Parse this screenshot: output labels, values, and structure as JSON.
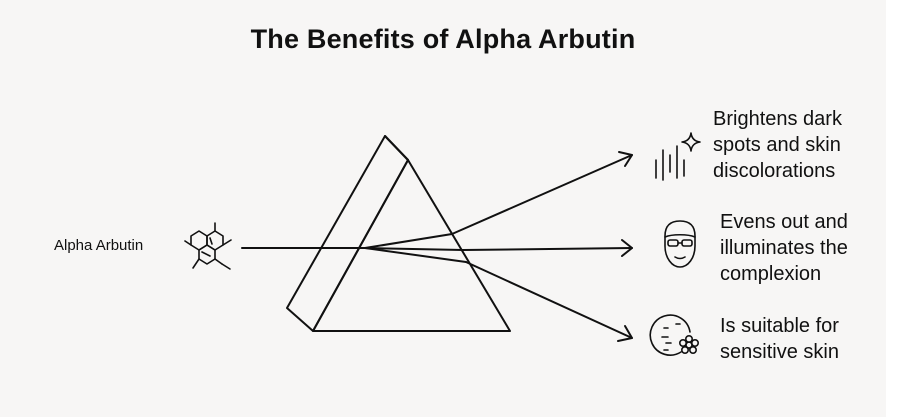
{
  "title": "The Benefits of Alpha Arbutin",
  "source": {
    "label": "Alpha Arbutin",
    "icon": "molecule-icon"
  },
  "benefits": [
    {
      "lines": [
        "Brightens dark",
        "spots and skin",
        "discolorations"
      ],
      "icon": "sparkle-lines-icon"
    },
    {
      "lines": [
        "Evens out and",
        "illuminates the",
        "complexion"
      ],
      "icon": "face-glasses-icon"
    },
    {
      "lines": [
        "Is suitable for",
        "sensitive skin"
      ],
      "icon": "face-flower-icon"
    }
  ],
  "colors": {
    "background": "#f7f6f5",
    "ink": "#111111"
  }
}
